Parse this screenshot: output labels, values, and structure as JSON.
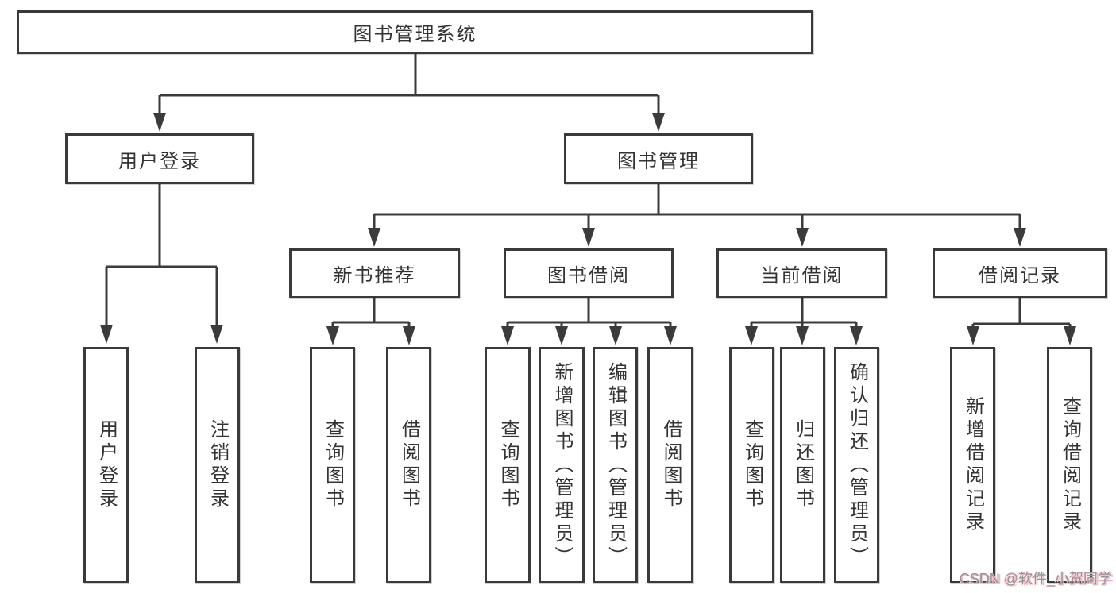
{
  "nodes": {
    "root": {
      "label": "图书管理系统"
    },
    "user_login": {
      "label": "用户登录"
    },
    "book_management": {
      "label": "图书管理"
    },
    "new_book_recommend": {
      "label": "新书推荐"
    },
    "book_borrowing": {
      "label": "图书借阅"
    },
    "current_borrowing": {
      "label": "当前借阅"
    },
    "borrow_records": {
      "label": "借阅记录"
    },
    "leaves": {
      "user_login": {
        "label": "用户登录"
      },
      "logout_login": {
        "label": "注销登录"
      },
      "query_books_recommend": {
        "label": "查询图书"
      },
      "borrow_books_recommend": {
        "label": "借阅图书"
      },
      "query_books_borrowing": {
        "label": "查询图书"
      },
      "add_books_admin": {
        "label": "新增图书（管理员）"
      },
      "edit_books_admin": {
        "label": "编辑图书（管理员）"
      },
      "borrow_books_borrowing": {
        "label": "借阅图书"
      },
      "query_books_current": {
        "label": "查询图书"
      },
      "return_books": {
        "label": "归还图书"
      },
      "confirm_return_admin": {
        "label": "确认归还（管理员）"
      },
      "add_borrow_record": {
        "label": "新增借阅记录"
      },
      "query_borrow_record": {
        "label": "查询借阅记录"
      }
    }
  },
  "watermark": {
    "text": "CSDN @软件_小贺同学"
  },
  "colors": {
    "line": "#3b3b3b",
    "box_border": "#3a3a3a",
    "text": "#333333",
    "background": "#ffffff",
    "watermark_text": "#949494",
    "watermark_shadow": "#f3b8c4"
  }
}
